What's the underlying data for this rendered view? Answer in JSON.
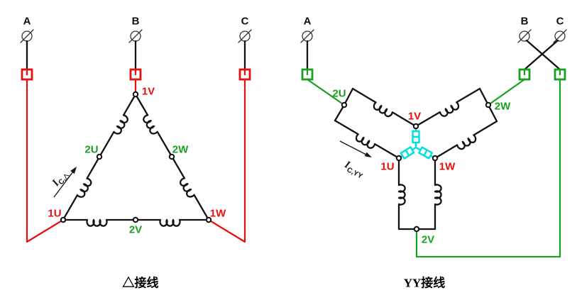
{
  "colors": {
    "red": "#e80f0f",
    "green": "#17a120",
    "cyan": "#00dede",
    "black": "#111111"
  },
  "left": {
    "caption": "△接线",
    "terminal_a": "A",
    "terminal_b": "B",
    "terminal_c": "C",
    "n_1v": "1V",
    "n_2u": "2U",
    "n_2w": "2W",
    "n_1u": "1U",
    "n_1w": "1W",
    "n_2v": "2V",
    "current_symbol": "I",
    "current_subscript": "C,△"
  },
  "right": {
    "caption": "YY接线",
    "terminal_a": "A",
    "terminal_b": "B",
    "terminal_c": "C",
    "n_2u": "2U",
    "n_2w": "2W",
    "n_1v": "1V",
    "n_1u": "1U",
    "n_1w": "1W",
    "n_2v": "2V",
    "current_symbol": "I",
    "current_subscript": "C,YY"
  }
}
